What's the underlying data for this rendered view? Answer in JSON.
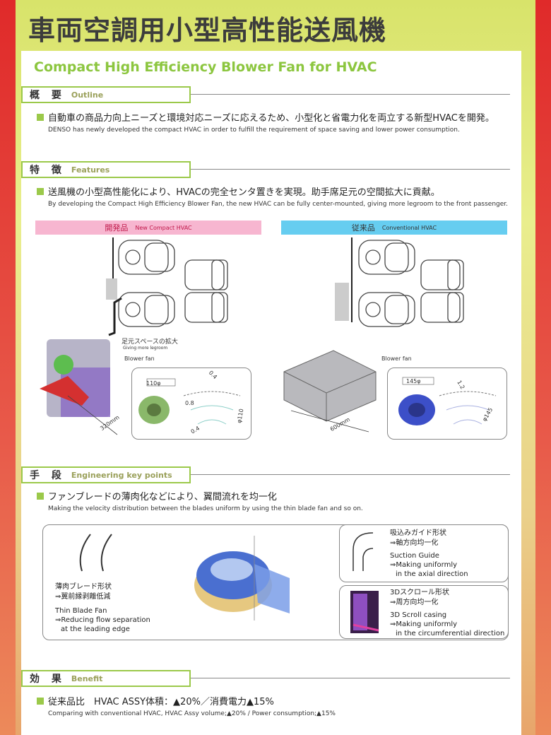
{
  "title": "車両空調用小型高性能送風機",
  "subtitle": "Compact High Efficiency Blower Fan for HVAC",
  "colors": {
    "accent": "#9bc94a",
    "subtitle": "#8cc63f",
    "edge": "#e02a2a",
    "pink": "#f7b6d0",
    "blue": "#66cdf0"
  },
  "outline": {
    "jp": "概 要",
    "en": "Outline",
    "text_jp": "自動車の商品力向上ニーズと環境対応ニーズに応えるため、小型化と省電力化を両立する新型HVACを開発。",
    "text_en": "DENSO has newly developed the compact HVAC in order to fulfill the requirement of space saving and lower power consumption."
  },
  "features": {
    "jp": "特 徴",
    "en": "Features",
    "text_jp": "送風機の小型高性能化により、HVACの完全センタ置きを実現。助手席足元の空間拡大に貢献。",
    "text_en": "By developing the Compact High Efficiency Blower Fan, the new HVAC can be fully center-mounted, giving more legroom to the front passenger.",
    "new_label_jp": "開発品",
    "new_label_en": "New Compact HVAC",
    "conv_label_jp": "従来品",
    "conv_label_en": "Conventional HVAC",
    "legroom_jp": "足元スペースの拡大",
    "legroom_en": "Giving more legroom",
    "blower_fan_new": "Blower fan",
    "blower_fan_conv": "Blower fan",
    "dim_new_width": "320mm",
    "dim_conv_width": "600mm",
    "new_fan_dia": "110φ",
    "new_fan_dia_v": "φ110",
    "new_d1": "0.4",
    "new_d2": "0.8",
    "new_d3": "0.4",
    "conv_fan_dia": "145φ",
    "conv_fan_dia_v": "φ145",
    "conv_d1": "1.2"
  },
  "engineering": {
    "jp": "手 段",
    "en": "Engineering key points",
    "text_jp": "ファンブレードの薄肉化などにより、翼間流れを均一化",
    "text_en": "Making the velocity distribution between the blades uniform by using the thin blade fan and so on.",
    "thin_jp1": "薄肉ブレード形状",
    "thin_jp2": "⇒翼前縁剥離低減",
    "thin_en1": "Thin Blade Fan",
    "thin_en2": "⇒Reducing flow separation",
    "thin_en3": "at the leading edge",
    "suction_jp1": "吸込みガイド形状",
    "suction_jp2": "⇒軸方向均一化",
    "suction_en1": "Suction Guide",
    "suction_en2": "⇒Making uniformly",
    "suction_en3": "in the axial direction",
    "scroll_jp1": "3Dスクロール形状",
    "scroll_jp2": "⇒周方向均一化",
    "scroll_en1": "3D Scroll casing",
    "scroll_en2": "⇒Making uniformly",
    "scroll_en3": "in the circumferential direction"
  },
  "benefit": {
    "jp": "効 果",
    "en": "Benefit",
    "text_jp": "従来品比　HVAC ASSY体積：▲20%／消費電力▲15%",
    "text_en": "Comparing with conventional HVAC,  HVAC Assy volume;▲20% / Power consumption;▲15%"
  }
}
